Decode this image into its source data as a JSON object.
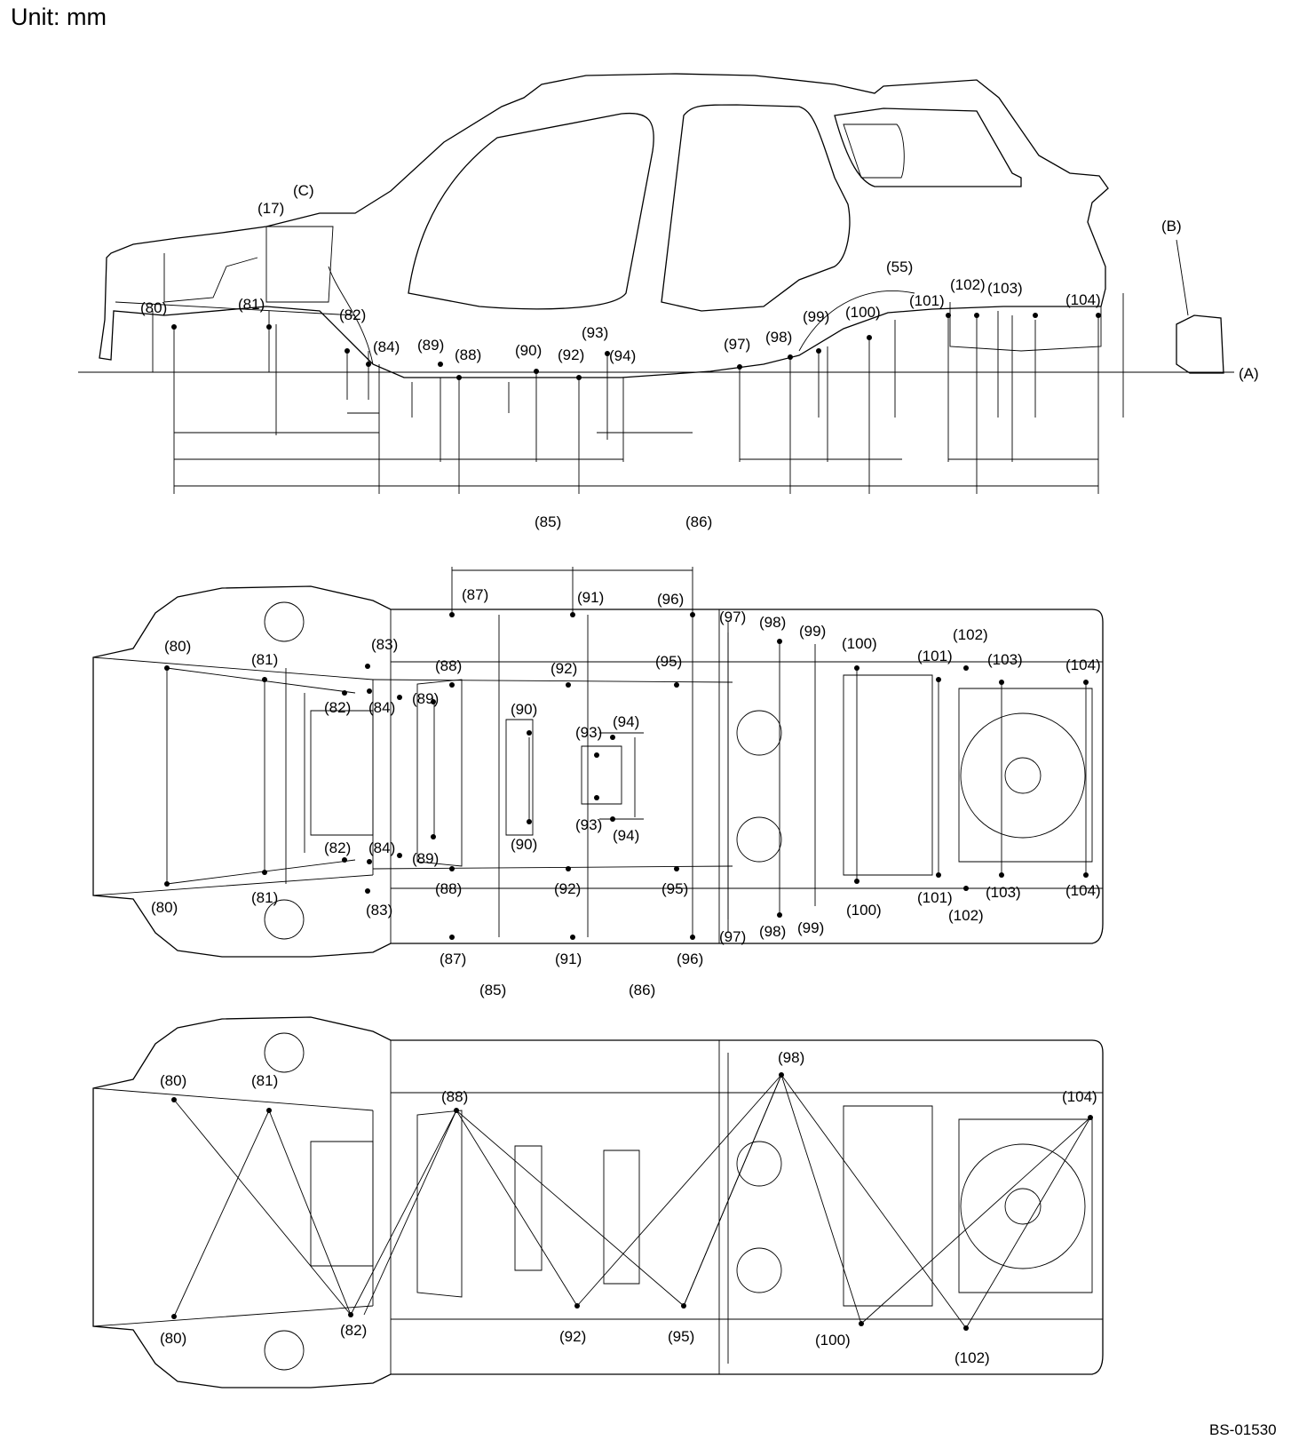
{
  "unit_label": "Unit: mm",
  "figure_code": "BS-01530",
  "side_view": {
    "labels": [
      "(C)",
      "(17)",
      "(80)",
      "(81)",
      "(82)",
      "(84)",
      "(89)",
      "(88)",
      "(90)",
      "(92)",
      "(94)",
      "(93)",
      "(97)",
      "(98)",
      "(99)",
      "(100)",
      "(55)",
      "(101)",
      "(102)",
      "(103)",
      "(104)",
      "(B)",
      "(A)",
      "(85)",
      "(86)"
    ]
  },
  "top_view": {
    "labels": [
      "(87)",
      "(91)",
      "(96)",
      "(97)",
      "(98)",
      "(99)",
      "(100)",
      "(102)",
      "(101)",
      "(103)",
      "(104)",
      "(80)",
      "(81)",
      "(83)",
      "(88)",
      "(92)",
      "(95)",
      "(82)",
      "(84)",
      "(89)",
      "(90)",
      "(94)",
      "(93)",
      "(93)",
      "(90)",
      "(94)",
      "(82)",
      "(84)",
      "(89)",
      "(88)",
      "(92)",
      "(95)",
      "(80)",
      "(81)",
      "(83)",
      "(87)",
      "(91)",
      "(96)",
      "(97)",
      "(98)",
      "(99)",
      "(100)",
      "(101)",
      "(102)",
      "(103)",
      "(104)",
      "(85)",
      "(86)"
    ]
  },
  "bottom_view": {
    "labels": [
      "(80)",
      "(81)",
      "(88)",
      "(98)",
      "(104)",
      "(82)",
      "(92)",
      "(95)",
      "(100)",
      "(102)",
      "(80)"
    ]
  }
}
